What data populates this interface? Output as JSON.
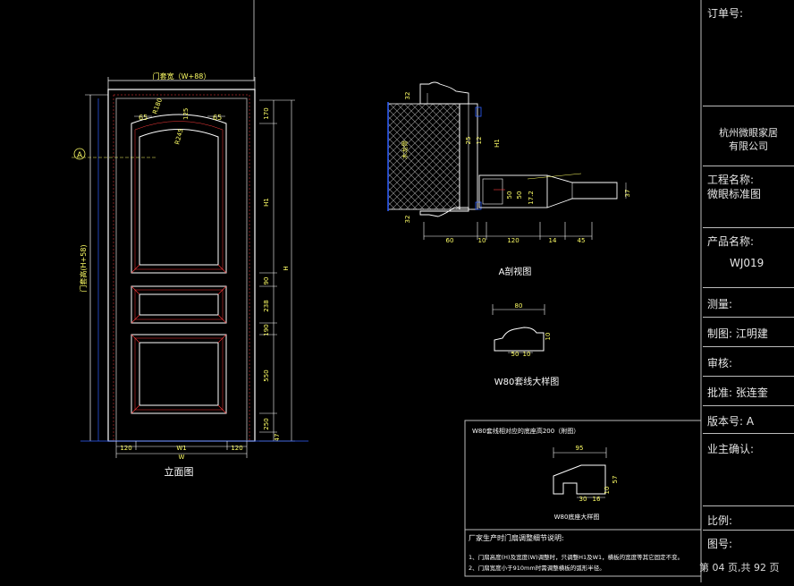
{
  "drawing": {
    "elevation": {
      "top_width_label": "门套宽（W+88）",
      "height_label": "门套高(H+58)",
      "section_marker": "A",
      "dims_top": [
        "65",
        "R180",
        "125",
        "65"
      ],
      "dim_r245": "R245",
      "right_chain": [
        "170",
        "H1",
        "90",
        "238",
        "190",
        "550",
        "250",
        "47"
      ],
      "right_total": "H",
      "bottom_chain": [
        "120",
        "W1",
        "120"
      ],
      "bottom_total": "W",
      "title": "立面图"
    },
    "section": {
      "dims_left": [
        "32",
        "32"
      ],
      "dims_mid": [
        "25",
        "12",
        "H1"
      ],
      "dims_right": [
        "17.2",
        "50",
        "50",
        "37"
      ],
      "core_label": "木龙骨",
      "bottom_chain": [
        "60",
        "10",
        "120",
        "14",
        "45"
      ],
      "title": "A剖视图"
    },
    "casing_detail": {
      "dims": [
        "80",
        "50",
        "10",
        "10"
      ],
      "title": "W80套线大样图"
    },
    "note_box": {
      "header": "W80套线相对应的底座高200（附图）",
      "dims": [
        "95",
        "30",
        "16",
        "57",
        "10"
      ],
      "detail_title": "W80底座大样图",
      "section_title": "厂家生产时门扇调整细节说明:",
      "notes": [
        "1、门扇高度(H)及宽度(W)调整时，只调整H1及W1，横板的宽度等其它固定不变。",
        "2、门扇宽度小于910mm时需调整横板的弧形半径。"
      ]
    }
  },
  "title_block": {
    "order_no_label": "订单号:",
    "company": [
      "杭州微眼家居",
      "有限公司"
    ],
    "project_label": "工程名称:",
    "project_value": "微眼标准图",
    "product_label": "产品名称:",
    "product_value": "WJ019",
    "survey_label": "测量:",
    "drafter_label": "制图: 江明建",
    "reviewer_label": "审核:",
    "approver_label": "批准: 张连奎",
    "version_label": "版本号: A",
    "owner_confirm_label": "业主确认:",
    "scale_label": "比例:",
    "drawing_no_label": "图号:",
    "page_label": "第 04 页,共 92 页"
  },
  "colors": {
    "background": "#000000",
    "line_white": "#ffffff",
    "line_gray": "#9a9a9a",
    "dimension_blue": "#2f5fff",
    "dimension_yellow": "#ffff66",
    "accent_red": "#ff3b3b",
    "crosshair": "#aaaaaa"
  }
}
